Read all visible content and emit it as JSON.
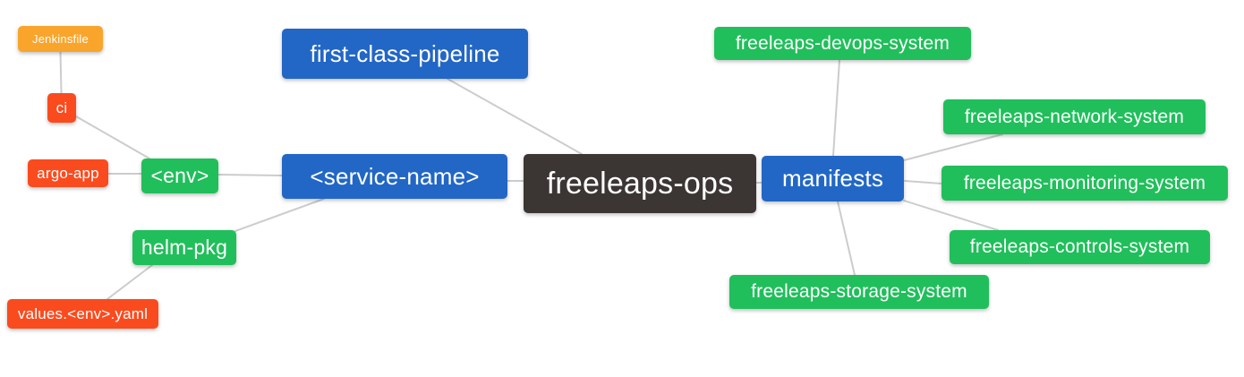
{
  "diagram": {
    "type": "mindmap",
    "root": "freeleaps-ops"
  },
  "palette": {
    "orange": "#F9A42B",
    "red": "#FA4B1F",
    "green": "#20BF5B",
    "blue": "#2267C5",
    "dark": "#3B3633",
    "edge": "#CCCCCC",
    "background": "#FFFFFF",
    "node_text": "#FFFFFF"
  },
  "nodes": [
    {
      "id": "jenkinsfile",
      "label": "Jenkinsfile",
      "color": "orange"
    },
    {
      "id": "ci",
      "label": "ci",
      "color": "red"
    },
    {
      "id": "argo-app",
      "label": "argo-app",
      "color": "red"
    },
    {
      "id": "env",
      "label": "<env>",
      "color": "green"
    },
    {
      "id": "helm-pkg",
      "label": "helm-pkg",
      "color": "green"
    },
    {
      "id": "values-env-yaml",
      "label": "values.<env>.yaml",
      "color": "red"
    },
    {
      "id": "first-class-pipeline",
      "label": "first-class-pipeline",
      "color": "blue"
    },
    {
      "id": "service-name",
      "label": "<service-name>",
      "color": "blue"
    },
    {
      "id": "freeleaps-ops",
      "label": "freeleaps-ops",
      "color": "dark",
      "role": "root"
    },
    {
      "id": "manifests",
      "label": "manifests",
      "color": "blue"
    },
    {
      "id": "freeleaps-devops-system",
      "label": "freeleaps-devops-system",
      "color": "green"
    },
    {
      "id": "freeleaps-network-system",
      "label": "freeleaps-network-system",
      "color": "green"
    },
    {
      "id": "freeleaps-monitoring-system",
      "label": "freeleaps-monitoring-system",
      "color": "green"
    },
    {
      "id": "freeleaps-controls-system",
      "label": "freeleaps-controls-system",
      "color": "green"
    },
    {
      "id": "freeleaps-storage-system",
      "label": "freeleaps-storage-system",
      "color": "green"
    }
  ],
  "edges": [
    [
      "jenkinsfile",
      "ci"
    ],
    [
      "ci",
      "env"
    ],
    [
      "argo-app",
      "env"
    ],
    [
      "env",
      "service-name"
    ],
    [
      "helm-pkg",
      "service-name"
    ],
    [
      "values-env-yaml",
      "helm-pkg"
    ],
    [
      "first-class-pipeline",
      "freeleaps-ops"
    ],
    [
      "service-name",
      "freeleaps-ops"
    ],
    [
      "freeleaps-ops",
      "manifests"
    ],
    [
      "manifests",
      "freeleaps-devops-system"
    ],
    [
      "manifests",
      "freeleaps-network-system"
    ],
    [
      "manifests",
      "freeleaps-monitoring-system"
    ],
    [
      "manifests",
      "freeleaps-controls-system"
    ],
    [
      "manifests",
      "freeleaps-storage-system"
    ]
  ]
}
